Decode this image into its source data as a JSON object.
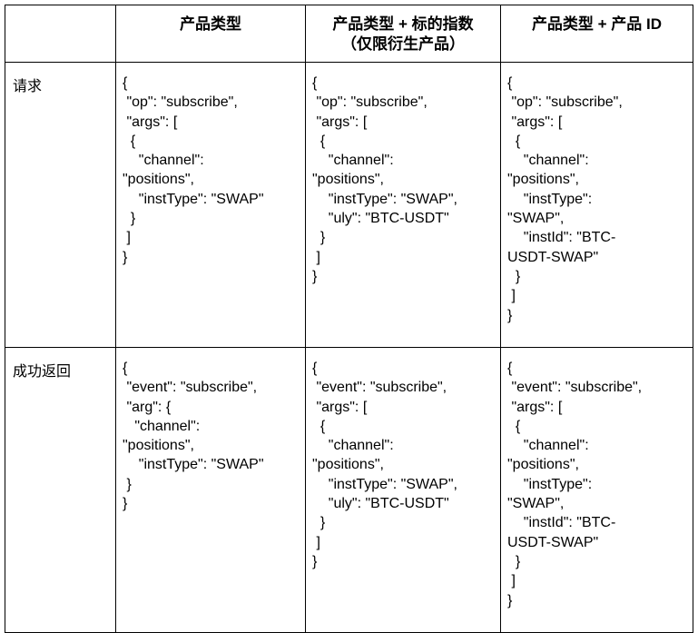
{
  "headers": [
    "",
    "产品类型",
    "产品类型 + 标的指数\n（仅限衍生产品）",
    "产品类型 + 产品 ID"
  ],
  "rows": [
    {
      "label": "请求",
      "cells": [
        "{\n \"op\": \"subscribe\",\n \"args\": [\n  {\n    \"channel\":\n\"positions\",\n    \"instType\": \"SWAP\"\n  }\n ]\n}",
        "{\n \"op\": \"subscribe\",\n \"args\": [\n  {\n    \"channel\":\n\"positions\",\n    \"instType\": \"SWAP\",\n    \"uly\": \"BTC-USDT\"\n  }\n ]\n}",
        "{\n \"op\": \"subscribe\",\n \"args\": [\n  {\n    \"channel\":\n\"positions\",\n    \"instType\":\n\"SWAP\",\n    \"instId\": \"BTC-\nUSDT-SWAP\"\n  }\n ]\n}"
      ]
    },
    {
      "label": "成功返回",
      "cells": [
        "{\n \"event\": \"subscribe\",\n \"arg\": {\n   \"channel\":\n\"positions\",\n    \"instType\": \"SWAP\"\n }\n}",
        "{\n \"event\": \"subscribe\",\n \"args\": [\n  {\n    \"channel\":\n\"positions\",\n    \"instType\": \"SWAP\",\n    \"uly\": \"BTC-USDT\"\n  }\n ]\n}",
        "{\n \"event\": \"subscribe\",\n \"args\": [\n  {\n    \"channel\":\n\"positions\",\n    \"instType\":\n\"SWAP\",\n    \"instId\": \"BTC-\nUSDT-SWAP\"\n  }\n ]\n}"
      ]
    }
  ]
}
